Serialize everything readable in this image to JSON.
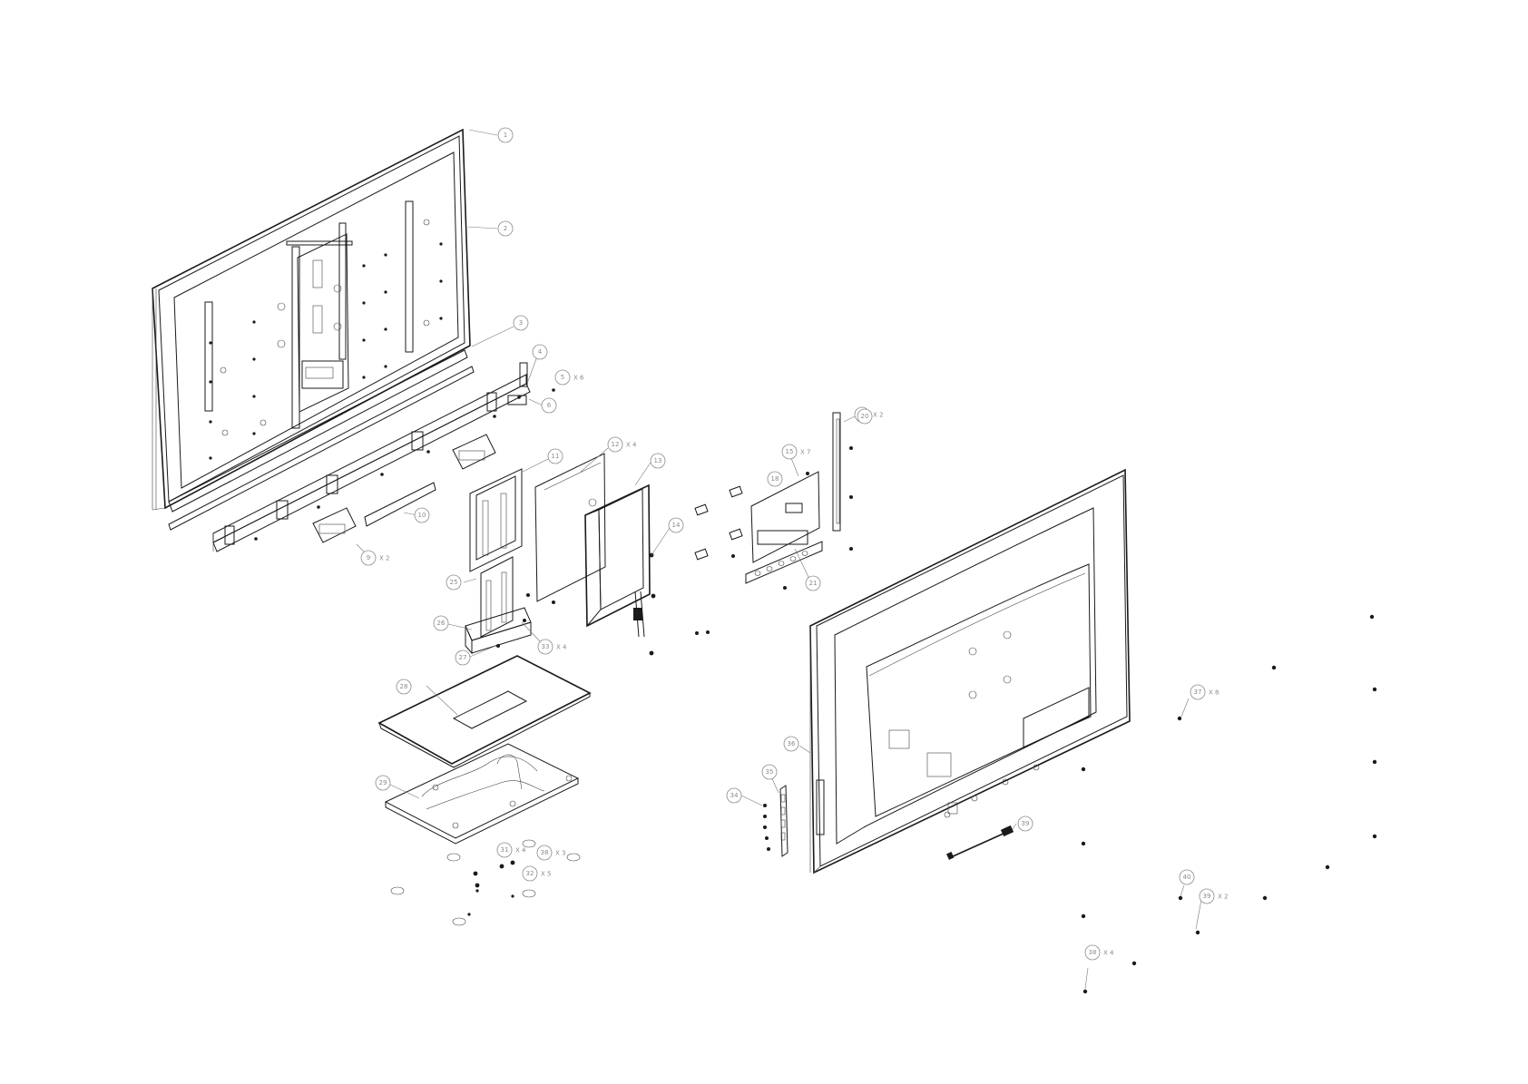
{
  "callouts": [
    {
      "num": "1",
      "qty": ""
    },
    {
      "num": "2",
      "qty": ""
    },
    {
      "num": "3",
      "qty": ""
    },
    {
      "num": "4",
      "qty": ""
    },
    {
      "num": "5",
      "qty": "X 6"
    },
    {
      "num": "6",
      "qty": ""
    },
    {
      "num": "9",
      "qty": "X 2"
    },
    {
      "num": "10",
      "qty": ""
    },
    {
      "num": "11",
      "qty": ""
    },
    {
      "num": "12",
      "qty": "X 4"
    },
    {
      "num": "13",
      "qty": ""
    },
    {
      "num": "14",
      "qty": ""
    },
    {
      "num": "15",
      "qty": "X 7"
    },
    {
      "num": "17",
      "qty": "X 2"
    },
    {
      "num": "18",
      "qty": ""
    },
    {
      "num": "20",
      "qty": ""
    },
    {
      "num": "21",
      "qty": ""
    },
    {
      "num": "25",
      "qty": ""
    },
    {
      "num": "26",
      "qty": ""
    },
    {
      "num": "27",
      "qty": ""
    },
    {
      "num": "28",
      "qty": ""
    },
    {
      "num": "29",
      "qty": ""
    },
    {
      "num": "31",
      "qty": "X 4"
    },
    {
      "num": "32",
      "qty": "X 5"
    },
    {
      "num": "33",
      "qty": "X 4"
    },
    {
      "num": "34",
      "qty": ""
    },
    {
      "num": "35",
      "qty": ""
    },
    {
      "num": "36",
      "qty": ""
    },
    {
      "num": "37",
      "qty": "X 8"
    },
    {
      "num": "38",
      "qty": "X 3"
    },
    {
      "num": "38",
      "qty": "X 4"
    },
    {
      "num": "39",
      "qty": "X 2"
    },
    {
      "num": "39",
      "qty": ""
    },
    {
      "num": "40",
      "qty": ""
    }
  ]
}
